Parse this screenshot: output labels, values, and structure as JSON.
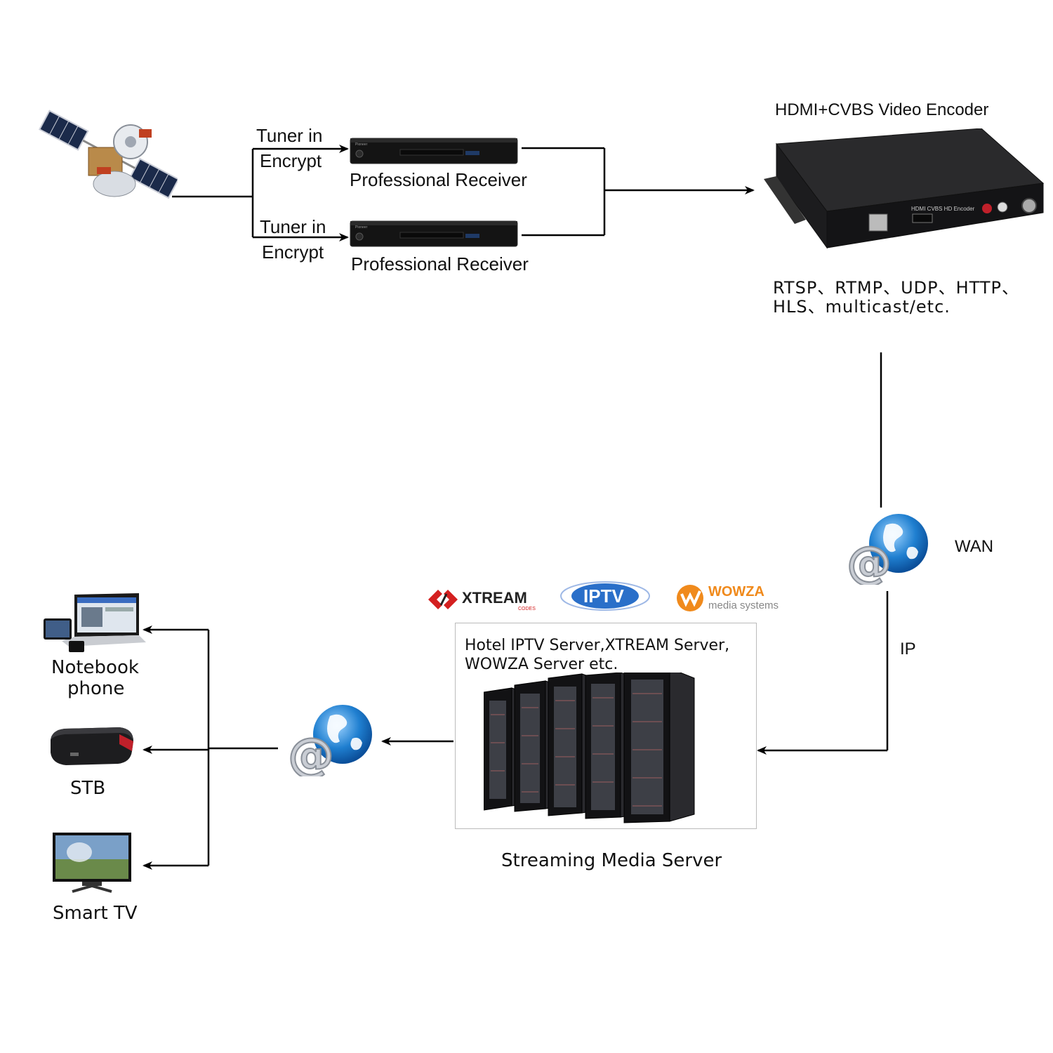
{
  "source": {
    "receiver_top": {
      "tuner_line1": "Tuner in",
      "tuner_line2": "Encrypt",
      "label": "Professional Receiver"
    },
    "receiver_bottom": {
      "tuner_line1": "Tuner in",
      "tuner_line2": "Encrypt",
      "label": "Professional Receiver"
    }
  },
  "encoder": {
    "title": "HDMI+CVBS Video Encoder",
    "protocols_line1": "RTSP、RTMP、UDP、HTTP、",
    "protocols_line2": "HLS、multicast/etc."
  },
  "network": {
    "wan_label": "WAN",
    "ip_label": "IP"
  },
  "server": {
    "logos": {
      "xtream": "XTREAM",
      "xtream_sub": "CODES",
      "iptv": "IPTV",
      "wowza": "WOWZA",
      "wowza_sub": "media systems"
    },
    "description_line1": "Hotel IPTV Server,XTREAM Server,",
    "description_line2": "WOWZA Server etc.",
    "caption": "Streaming Media Server"
  },
  "clients": {
    "notebook_line1": "Notebook",
    "notebook_line2": "phone",
    "stb": "STB",
    "smart_tv": "Smart TV"
  },
  "colors": {
    "line": "#000000",
    "globe": "#1f7fd0",
    "xtream_red": "#d42020",
    "wowza_orange": "#f08a1c",
    "iptv_blue": "#2a6fc9"
  }
}
